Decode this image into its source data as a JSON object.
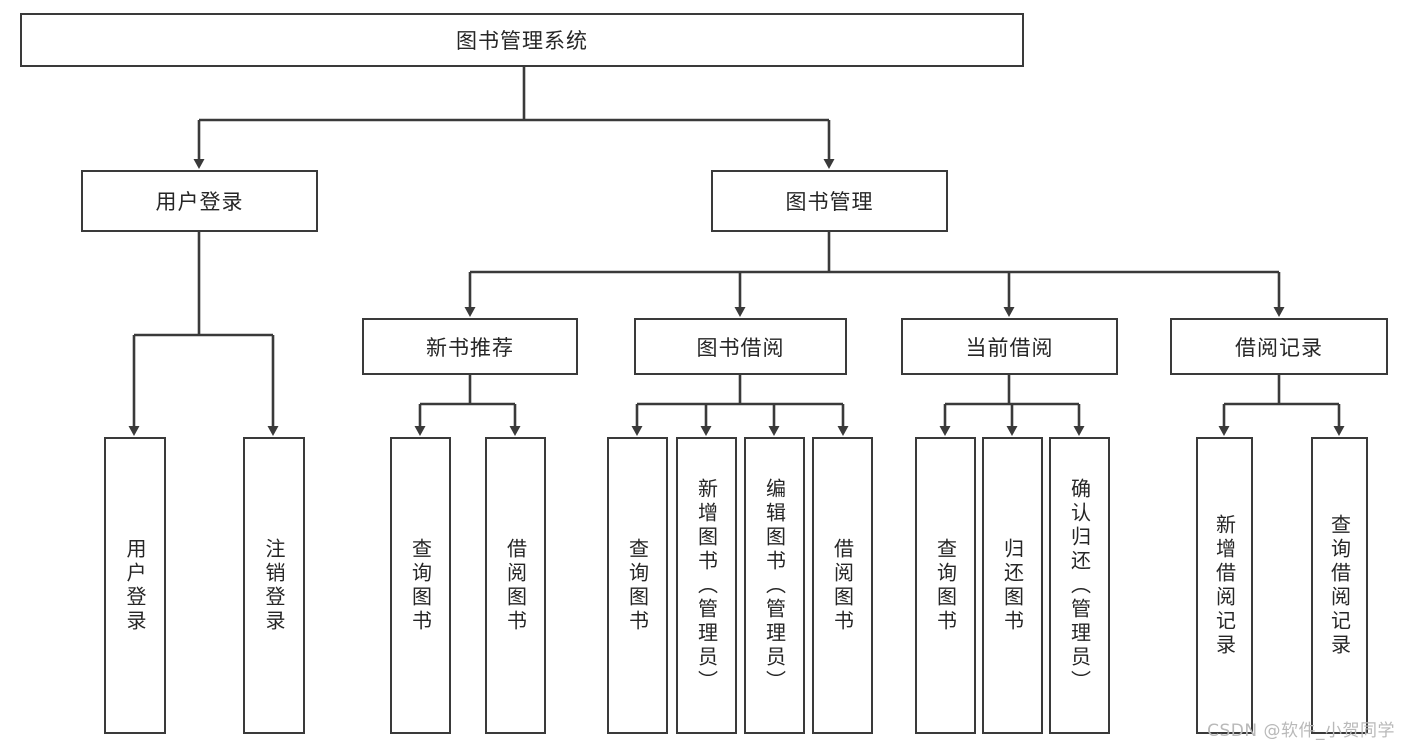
{
  "diagram": {
    "title_node": {
      "id": "root",
      "label": "图书管理系统"
    },
    "level2": [
      {
        "id": "login",
        "label": "用户登录"
      },
      {
        "id": "bookmgmt",
        "label": "图书管理"
      }
    ],
    "level3": [
      {
        "id": "newbook",
        "label": "新书推荐"
      },
      {
        "id": "borrow",
        "label": "图书借阅"
      },
      {
        "id": "current",
        "label": "当前借阅"
      },
      {
        "id": "records",
        "label": "借阅记录"
      }
    ],
    "leaves": {
      "login": [
        {
          "id": "leaf-user-login",
          "label": "用户登录"
        },
        {
          "id": "leaf-user-logout",
          "label": "注销登录"
        }
      ],
      "newbook": [
        {
          "id": "leaf-new-query",
          "label": "查询图书"
        },
        {
          "id": "leaf-new-borrow",
          "label": "借阅图书"
        }
      ],
      "borrow": [
        {
          "id": "leaf-borrow-query",
          "label": "查询图书"
        },
        {
          "id": "leaf-borrow-add",
          "label": "新增图书（管理员）"
        },
        {
          "id": "leaf-borrow-edit",
          "label": "编辑图书（管理员）"
        },
        {
          "id": "leaf-borrow-lend",
          "label": "借阅图书"
        }
      ],
      "current": [
        {
          "id": "leaf-current-query",
          "label": "查询图书"
        },
        {
          "id": "leaf-current-return",
          "label": "归还图书"
        },
        {
          "id": "leaf-current-confirm",
          "label": "确认归还（管理员）"
        }
      ],
      "records": [
        {
          "id": "leaf-record-add",
          "label": "新增借阅记录"
        },
        {
          "id": "leaf-record-query",
          "label": "查询借阅记录"
        }
      ]
    }
  },
  "watermark": {
    "text": "CSDN @软件_小贺同学"
  },
  "colors": {
    "stroke": "#3a3a3a",
    "text": "#262626",
    "background": "#ffffff",
    "watermark": "#b9b9b9"
  }
}
